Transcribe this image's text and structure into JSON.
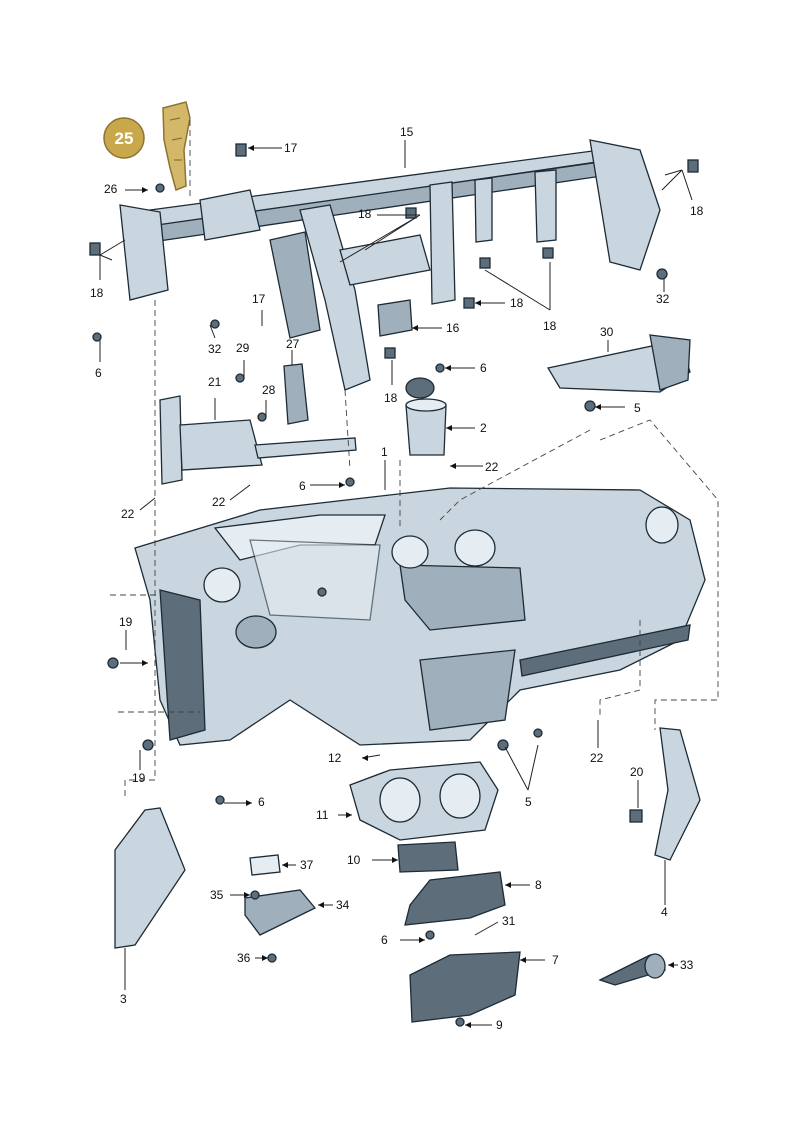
{
  "highlight": {
    "callout_number": "25",
    "color": "#c9a84c"
  },
  "callouts": {
    "c1": "1",
    "c2": "2",
    "c3": "3",
    "c4": "4",
    "c5a": "5",
    "c5b": "5",
    "c6a": "6",
    "c6b": "6",
    "c6c": "6",
    "c6d": "6",
    "c6e": "6",
    "c7": "7",
    "c8": "8",
    "c9": "9",
    "c10": "10",
    "c11": "11",
    "c12": "12",
    "c15": "15",
    "c16": "16",
    "c17a": "17",
    "c17b": "17",
    "c18a": "18",
    "c18b": "18",
    "c18c": "18",
    "c18d": "18",
    "c18e": "18",
    "c19a": "19",
    "c19b": "19",
    "c20": "20",
    "c21": "21",
    "c22a": "22",
    "c22b": "22",
    "c22c": "22",
    "c22d": "22",
    "c26": "26",
    "c27": "27",
    "c28": "28",
    "c29": "29",
    "c30": "30",
    "c31": "31",
    "c32a": "32",
    "c32b": "32",
    "c33": "33",
    "c34": "34",
    "c35": "35",
    "c36": "36",
    "c37": "37"
  }
}
